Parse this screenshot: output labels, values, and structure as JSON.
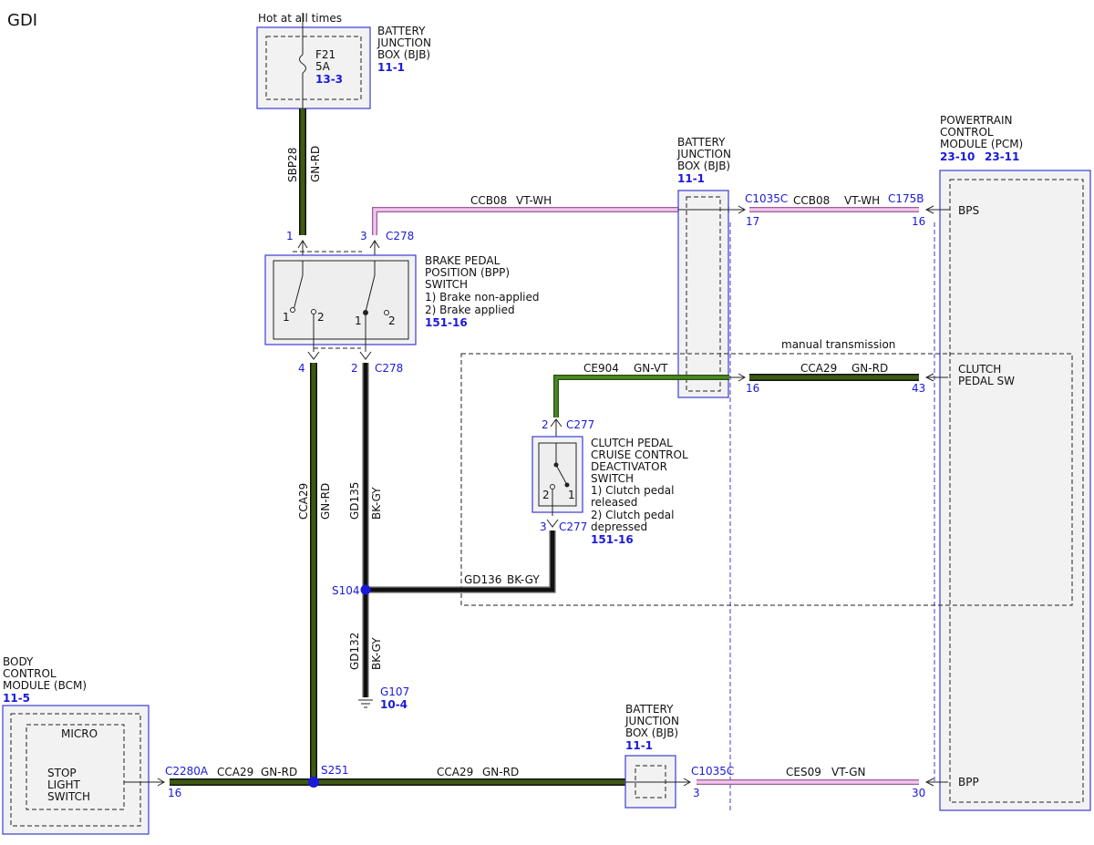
{
  "page_title": "GDI",
  "hot_label": "Hot at all times",
  "bjb_top": {
    "line1": "BATTERY",
    "line2": "JUNCTION",
    "line3": "BOX (BJB)",
    "ref": "11-1",
    "fuse_id": "F21",
    "fuse_rating": "5A",
    "fuse_ref": "13-3"
  },
  "bjb_mid": {
    "line1": "BATTERY",
    "line2": "JUNCTION",
    "line3": "BOX (BJB)",
    "ref": "11-1"
  },
  "bjb_bot": {
    "line1": "BATTERY",
    "line2": "JUNCTION",
    "line3": "BOX (BJB)",
    "ref": "11-1"
  },
  "pcm": {
    "line1": "POWERTRAIN",
    "line2": "CONTROL",
    "line3": "MODULE (PCM)",
    "ref1": "23-10",
    "ref2": "23-11",
    "pin_bps": "BPS",
    "pin_clutch1": "CLUTCH",
    "pin_clutch2": "PEDAL SW",
    "pin_bpp": "BPP"
  },
  "bcm": {
    "line1": "BODY",
    "line2": "CONTROL",
    "line3": "MODULE (BCM)",
    "ref": "11-5",
    "micro": "MICRO",
    "sw1": "STOP",
    "sw2": "LIGHT",
    "sw3": "SWITCH"
  },
  "bpp_switch": {
    "line1": "BRAKE PEDAL",
    "line2": "POSITION (BPP)",
    "line3": "SWITCH",
    "state1": "1) Brake non-applied",
    "state2": "2) Brake applied",
    "ref": "151-16"
  },
  "clutch_switch": {
    "line1": "CLUTCH PEDAL",
    "line2": "CRUISE CONTROL",
    "line3": "DEACTIVATOR",
    "line4": "SWITCH",
    "state1a": "1) Clutch pedal",
    "state1b": "released",
    "state2a": "2) Clutch pedal",
    "state2b": "depressed",
    "ref": "151-16"
  },
  "manual_transmission": "manual transmission",
  "circuits": {
    "sbp28": "SBP28",
    "gn_rd": "GN-RD",
    "ccb08": "CCB08",
    "vt_wh": "VT-WH",
    "ce904": "CE904",
    "gn_vt": "GN-VT",
    "cca29": "CCA29",
    "gd135": "GD135",
    "gd136": "GD136",
    "gd132": "GD132",
    "bk_gy": "BK-GY",
    "ces09": "CES09",
    "vt_gn": "VT-GN"
  },
  "connectors": {
    "c278": "C278",
    "c277": "C277",
    "c1035c": "C1035C",
    "c175b": "C175B",
    "c2280a": "C2280A",
    "s104": "S104",
    "s251": "S251",
    "g107": "G107",
    "g107_ref": "10-4"
  },
  "pins": {
    "p1": "1",
    "p2": "2",
    "p3": "3",
    "p4": "4",
    "p16": "16",
    "p17": "17",
    "p30": "30",
    "p43": "43"
  },
  "colors": {
    "gn_rd_wire": "#3d5a12",
    "gn_vt_wire": "#3f7a1c",
    "vt_wh_wire": "#e6a0e0",
    "vt_gn_wire": "#d98ed4",
    "bk_gy_wire": "#111111",
    "label_blue": "#1a1adb",
    "module_border": "#3b3bd6"
  },
  "icons": [
    "fuse-icon",
    "ground-icon",
    "splice-icon",
    "arrow-icon",
    "switch-icon"
  ]
}
